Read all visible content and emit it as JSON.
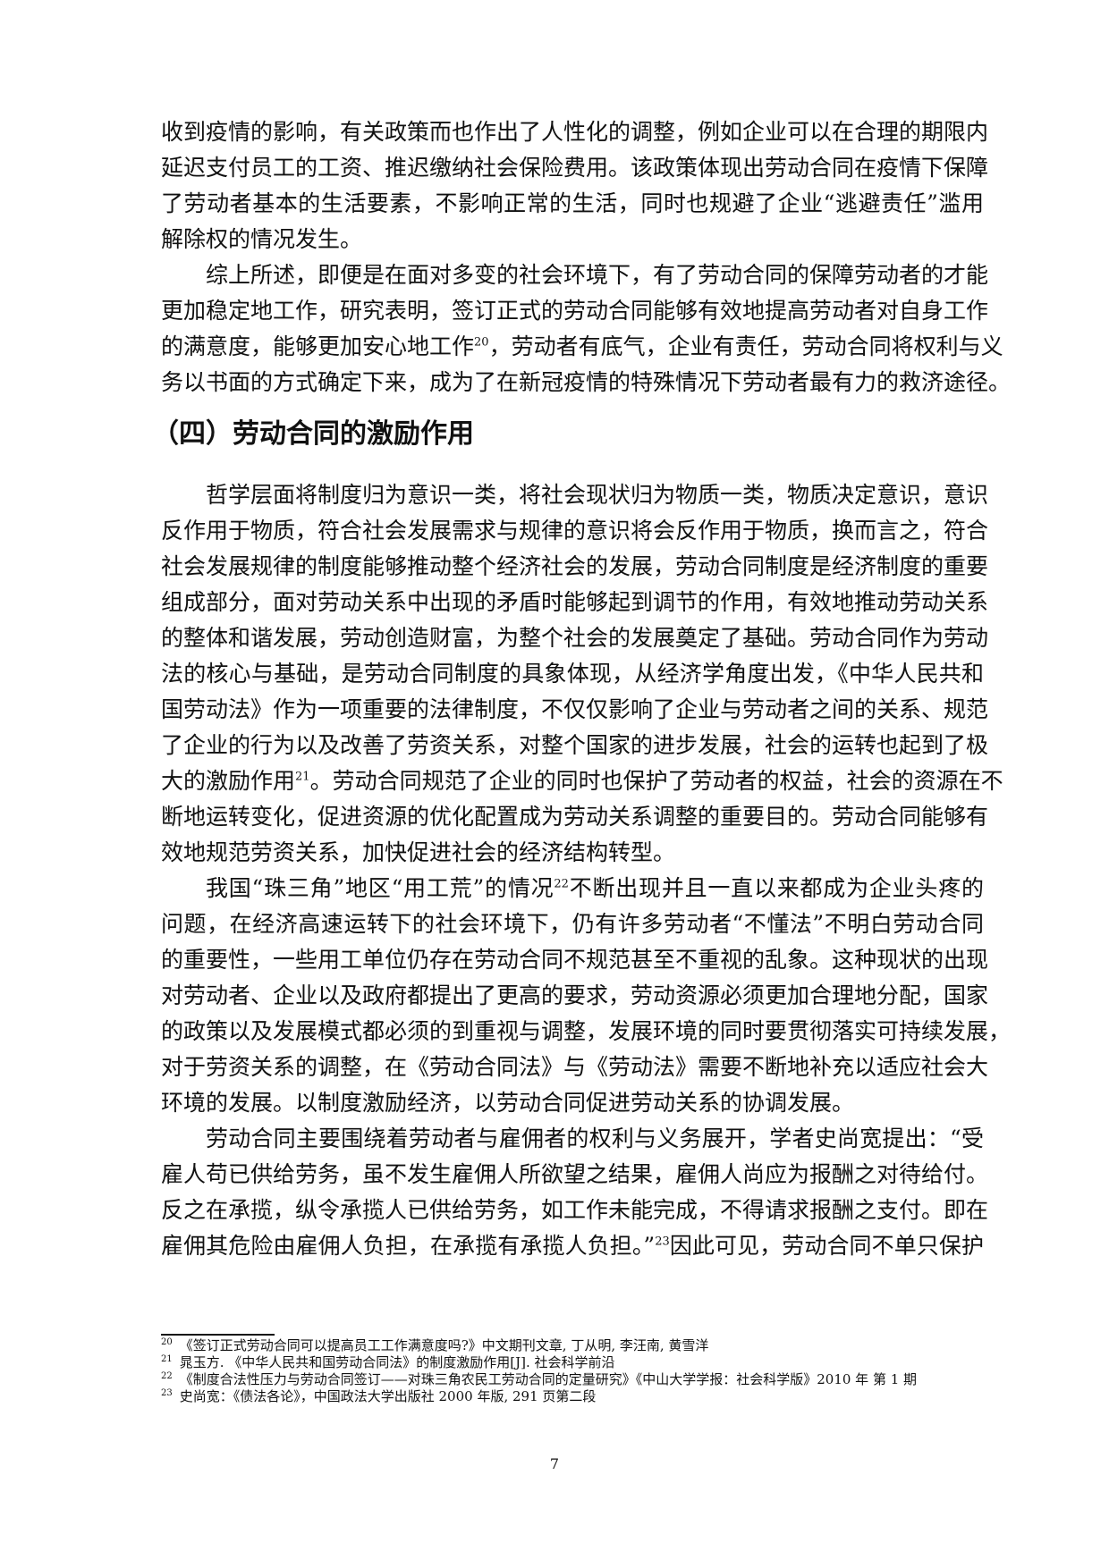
{
  "paragraphs_before": [
    {
      "lines": [
        [
          "收到疫情的影响，有关政策而也作出了人性化的调整，例如企业可以在合理的期限内"
        ],
        [
          "延迟支付员工的工资、推迟缴纳社会保险费用。该政策体现出劳动合同在疫情下保障"
        ],
        [
          "了劳动者基本的生活要素，不影响正常的生活，同时也规避了企业“逃避责任”滥用"
        ],
        [
          "解除权的情况发生。"
        ]
      ],
      "indent": false
    },
    {
      "lines": [
        [
          "综上所述，即便是在面对多变的社会环境下，有了劳动合同的保障劳动者的才能"
        ],
        [
          "更加稳定地工作，研究表明，签订正式的劳动合同能够有效地提高劳动者对自身工作"
        ],
        [
          "的满意度，能够更加安心地工作",
          "20",
          "，劳动者有底气，企业有责任，劳动合同将权利与义"
        ],
        [
          "务以书面的方式确定下来，成为了在新冠疫情的特殊情况下劳动者最有力的救济途径。"
        ]
      ],
      "indent": true
    }
  ],
  "heading": "（四）劳动合同的激励作用",
  "paragraphs_after": [
    {
      "lines": [
        [
          "哲学层面将制度归为意识一类，将社会现状归为物质一类，物质决定意识，意识"
        ],
        [
          "反作用于物质，符合社会发展需求与规律的意识将会反作用于物质，换而言之，符合"
        ],
        [
          "社会发展规律的制度能够推动整个经济社会的发展，劳动合同制度是经济制度的重要"
        ],
        [
          "组成部分，面对劳动关系中出现的矛盾时能够起到调节的作用，有效地推动劳动关系"
        ],
        [
          "的整体和谐发展，劳动创造财富，为整个社会的发展奠定了基础。劳动合同作为劳动"
        ],
        [
          "法的核心与基础，是劳动合同制度的具象体现，从经济学角度出发，《中华人民共和"
        ],
        [
          "国劳动法》作为一项重要的法律制度，不仅仅影响了企业与劳动者之间的关系、规范"
        ],
        [
          "了企业的行为以及改善了劳资关系，对整个国家的进步发展，社会的运转也起到了极"
        ],
        [
          "大的激励作用",
          "21",
          "。劳动合同规范了企业的同时也保护了劳动者的权益，社会的资源在不"
        ],
        [
          "断地运转变化，促进资源的优化配置成为劳动关系调整的重要目的。劳动合同能够有"
        ],
        [
          "效地规范劳资关系，加快促进社会的经济结构转型。"
        ]
      ],
      "indent": true
    },
    {
      "lines": [
        [
          "我国“珠三角”地区“用工荒”的情况",
          "22",
          "不断出现并且一直以来都成为企业头疼的"
        ],
        [
          "问题，在经济高速运转下的社会环境下，仍有许多劳动者“不懂法”不明白劳动合同"
        ],
        [
          "的重要性，一些用工单位仍存在劳动合同不规范甚至不重视的乱象。这种现状的出现"
        ],
        [
          "对劳动者、企业以及政府都提出了更高的要求，劳动资源必须更加合理地分配，国家"
        ],
        [
          "的政策以及发展模式都必须的到重视与调整，发展环境的同时要贯彻落实可持续发展，"
        ],
        [
          "对于劳资关系的调整，在《劳动合同法》与《劳动法》需要不断地补充以适应社会大"
        ],
        [
          "环境的发展。以制度激励经济，以劳动合同促进劳动关系的协调发展。"
        ]
      ],
      "indent": true
    },
    {
      "lines": [
        [
          "劳动合同主要围绕着劳动者与雇佣者的权利与义务展开，学者史尚宽提出：“受"
        ],
        [
          "雇人苟已供给劳务，虽不发生雇佣人所欲望之结果，雇佣人尚应为报酬之对待给付。"
        ],
        [
          "反之在承揽，纵令承揽人已供给劳务，如工作未能完成，不得请求报酬之支付。即在"
        ],
        [
          "雇佣其危险由雇佣人负担，在承揽有承揽人负担。”",
          "23",
          "因此可见，劳动合同不单只保护"
        ]
      ],
      "indent": true,
      "continues": true
    }
  ],
  "footnotes": [
    {
      "num": "20",
      "text": "《签订正式劳动合同可以提高员工工作满意度吗?》中文期刊文章, 丁从明, 李汪南, 黄雪洋"
    },
    {
      "num": "21",
      "text": "晁玉方. 《中华人民共和国劳动合同法》的制度激励作用[J]. 社会科学前沿"
    },
    {
      "num": "22",
      "text": "《制度合法性压力与劳动合同签订——对珠三角农民工劳动合同的定量研究》《中山大学学报：社会科学版》2010 年 第 1 期"
    },
    {
      "num": "23",
      "text": "史尚宽：《债法各论》，中国政法大学出版社 2000 年版, 291 页第二段"
    }
  ],
  "page_number": "7"
}
